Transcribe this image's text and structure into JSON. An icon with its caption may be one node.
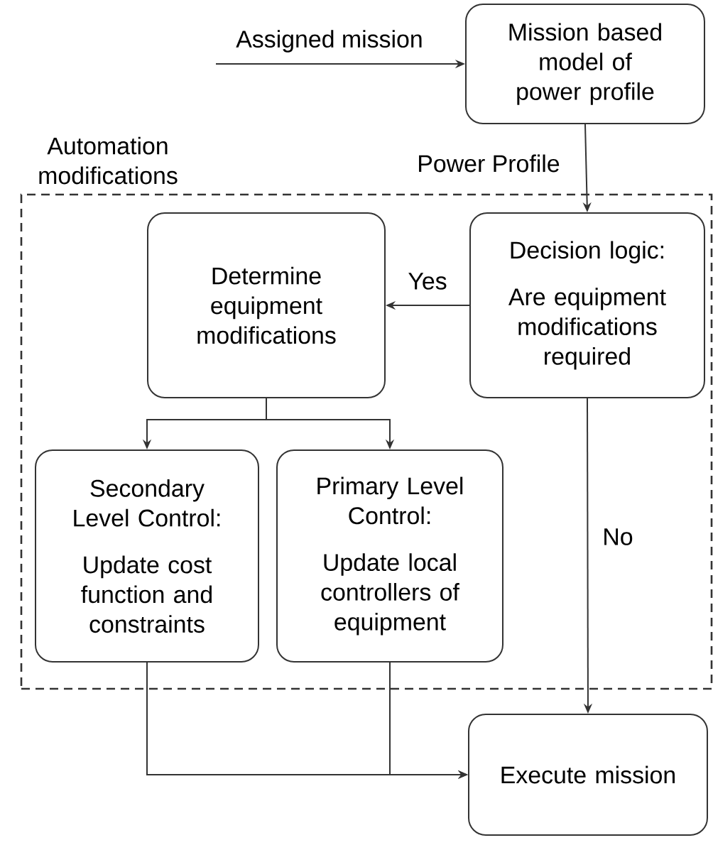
{
  "diagram": {
    "nodes": [
      {
        "text": [
          "Mission based model of power profile"
        ]
      },
      {
        "text": [
          "Automation modifications"
        ]
      },
      {
        "text": [
          "Determine equipment modifications"
        ],
        "in": 1
      },
      {
        "text": [
          "Decision logic:",
          "Are equipment modifications required"
        ],
        "in": 1
      },
      {
        "text": [
          "Secondary Level Control:",
          "Update cost function and constraints"
        ],
        "in": 1
      },
      {
        "text": [
          "Primary Level Control:",
          "Update local controllers of equipment"
        ],
        "in": 1
      },
      {
        "text": [
          "Execute mission"
        ]
      }
    ],
    "edges": [
      {
        "from": null,
        "to": 0,
        "arrow": "to",
        "label": "Assigned mission"
      },
      {
        "from": 0,
        "to": 3,
        "arrow": "to",
        "label": "Power Profile"
      },
      {
        "from": 3,
        "to": 2,
        "arrow": "to",
        "label": "Yes"
      },
      {
        "from": 2,
        "to": 4,
        "arrow": "to"
      },
      {
        "from": 2,
        "to": 5,
        "arrow": "to"
      },
      {
        "from": 3,
        "to": 6,
        "arrow": "to",
        "label": "No"
      },
      {
        "from": 4,
        "to": 6,
        "arrow": "to"
      },
      {
        "from": 5,
        "to": 6,
        "arrow": "to"
      }
    ]
  }
}
